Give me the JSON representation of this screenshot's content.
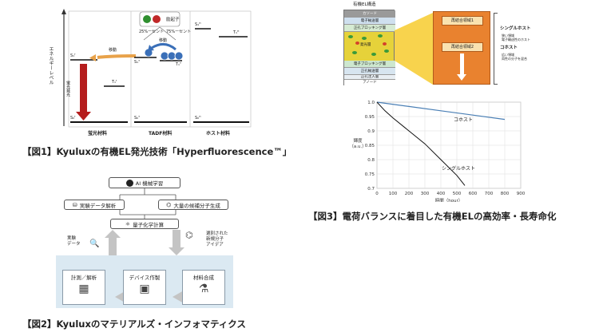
{
  "figure1": {
    "caption": "【図1】Kyuluxの有機EL発光技術「Hyperfluorescence™」",
    "y_axis_label": "エネルギーレベル",
    "exciton_label": "励起子",
    "transfer_label": "移動",
    "move_label": "移動",
    "emission_label": "蛍光発光",
    "pct25": "25%ーセント",
    "pct75": "75%ーセント",
    "levels": {
      "s1_a": "S₁ᶠ",
      "t1_a": "T₁ᶠ",
      "s0_a": "S₀ᶠ",
      "s1_b": "S₁ᵀ",
      "t1_b": "T₁ᵀ",
      "s0_b": "S₀ᵀ",
      "s1_c": "S₁ᴴ",
      "t1_c": "T₁ᴴ",
      "s0_c": "S₀ᴴ"
    },
    "columns": [
      "蛍光材料",
      "TADF材料",
      "ホスト材料"
    ]
  },
  "figure2": {
    "caption": "【図2】Kyuluxのマテリアルズ・インフォマティクス",
    "ai_label": "AI 機械学習",
    "exp_data": "実験データ解析",
    "candidates": "大量の候補分子生成",
    "quantum": "量子化学計算",
    "left_note": "実験\nデータ",
    "right_note": "選別された\n新規分子\nアイデア",
    "steps": [
      "計測／解析",
      "デバイス作製",
      "材料合成"
    ]
  },
  "figure3": {
    "caption": "【図3】電荷バランスに着目した有機ELの高効率・長寿命化",
    "stack_title": "有機EL構造",
    "layers": [
      "カソード",
      "電子輸送層",
      "正孔ブロッキング層",
      "発光層",
      "電子ブロッキング層",
      "正孔輸送層",
      "正孔注入層",
      "アノード"
    ],
    "zoom_top": "再結合領域1",
    "zoom_mid": "再結合領域2",
    "legend_single": "シングルホスト",
    "legend_single_sub": "狭い領域\n電子輸送性のホスト",
    "legend_co": "コホスト",
    "legend_co_sub": "広い領域\n両性の分子を混合"
  },
  "chart_data": {
    "type": "line",
    "title": "",
    "xlabel": "時間（hour）",
    "ylabel": "輝度\n（a.u.）",
    "xlim": [
      0,
      900
    ],
    "ylim": [
      0.7,
      1.0
    ],
    "x_ticks": [
      "0",
      "100",
      "200",
      "300",
      "400",
      "500",
      "600",
      "700",
      "800",
      "900"
    ],
    "y_ticks": [
      "1.0",
      "0.95",
      "0.9",
      "0.85",
      "0.8",
      "0.75",
      "0.7"
    ],
    "series": [
      {
        "name": "コホスト",
        "x": [
          0,
          200,
          400,
          600,
          800
        ],
        "y": [
          1.0,
          0.985,
          0.97,
          0.955,
          0.94
        ]
      },
      {
        "name": "シングルホスト",
        "x": [
          0,
          50,
          100,
          200,
          300,
          400,
          500,
          550
        ],
        "y": [
          1.0,
          0.97,
          0.945,
          0.9,
          0.855,
          0.8,
          0.745,
          0.71
        ]
      }
    ]
  }
}
